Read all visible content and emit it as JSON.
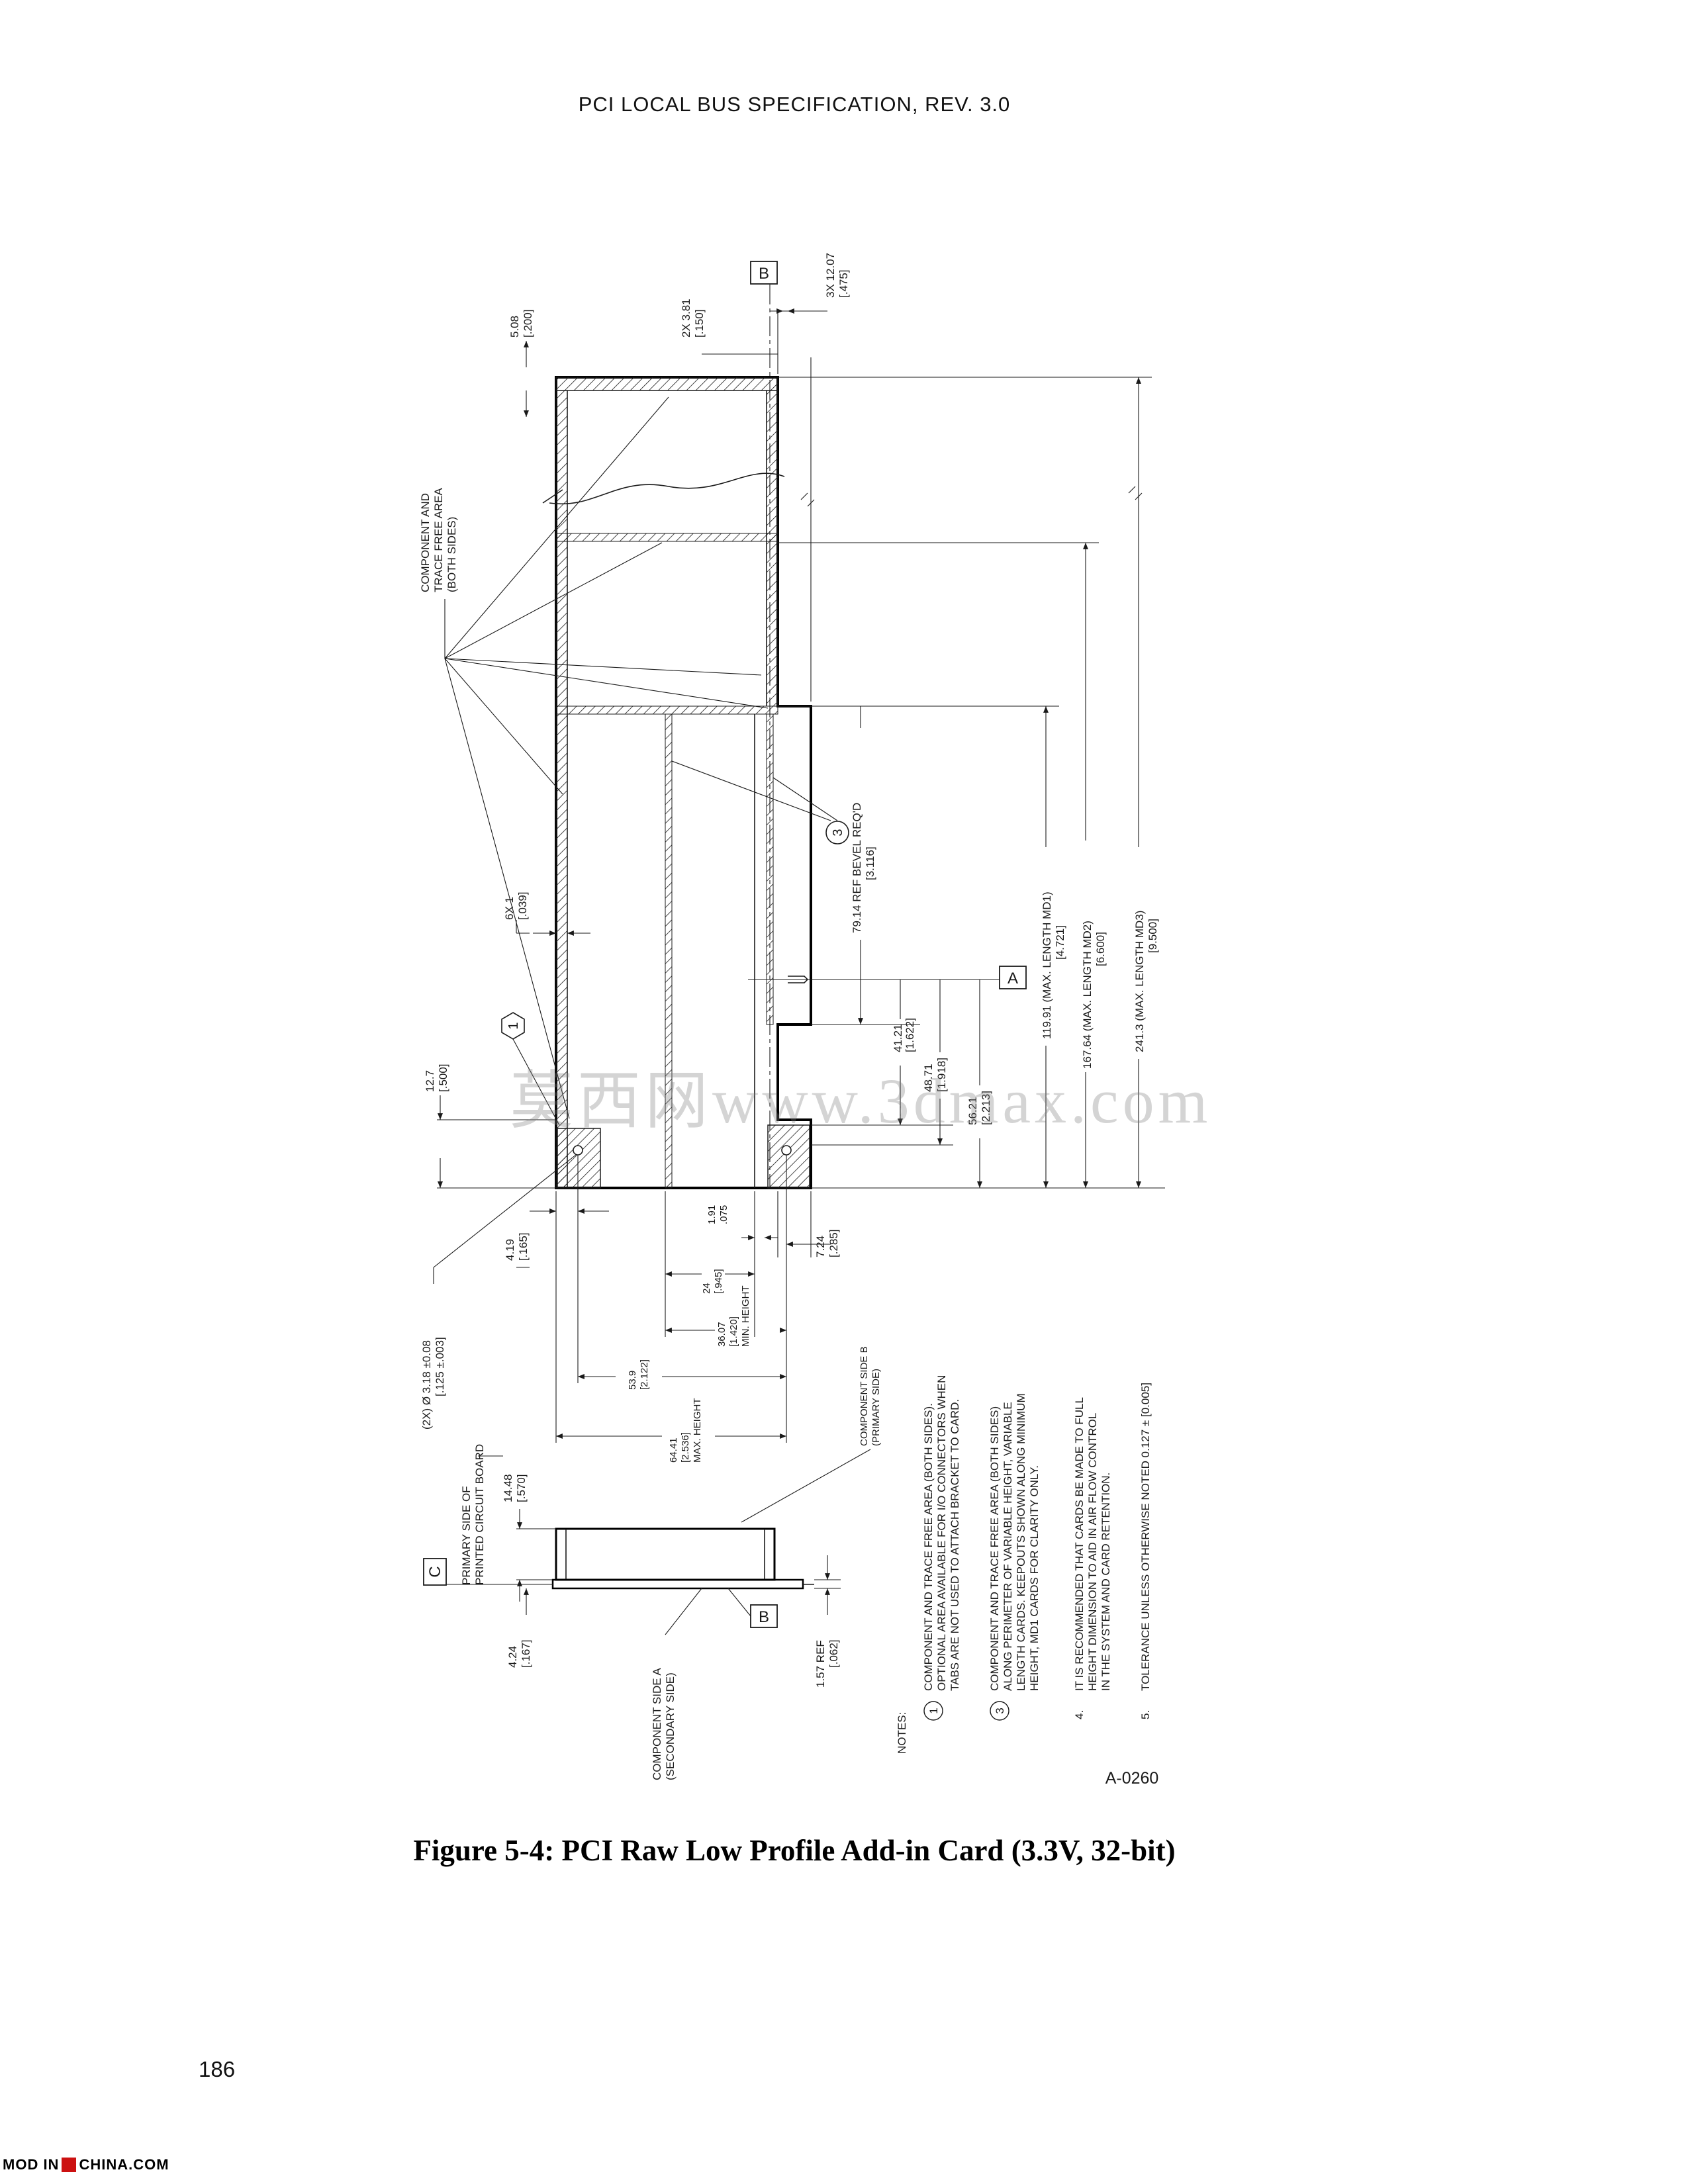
{
  "header": {
    "title": "PCI LOCAL BUS SPECIFICATION, REV. 3.0"
  },
  "figure": {
    "caption": "Figure 5-4:  PCI Raw Low Profile Add-in Card (3.3V, 32-bit)",
    "drawing_id": "A-0260",
    "datum_labels": {
      "a": "A",
      "b": "B",
      "c": "C"
    },
    "callouts": {
      "one": "1",
      "three": "3"
    },
    "labels": {
      "component_free": [
        "COMPONENT AND",
        "TRACE FREE AREA",
        "(BOTH SIDES)"
      ],
      "bevel": [
        "79.14 REF BEVEL REQ'D",
        "[3.116]"
      ],
      "primary_side": [
        "PRIMARY SIDE OF",
        "PRINTED CIRCUIT BOARD"
      ],
      "component_side_b": [
        "COMPONENT SIDE B",
        "(PRIMARY SIDE)"
      ],
      "component_side_a": [
        "COMPONENT SIDE A",
        "(SECONDARY SIDE)"
      ],
      "hole": [
        "(2X) Ø 3.18 ±0.08",
        "[.125 ±.003]"
      ]
    },
    "dims": {
      "d_508": [
        "5.08",
        "[.200]"
      ],
      "d_2x381": [
        "2X 3.81",
        "[.150]"
      ],
      "d_3x1207": [
        "3X 12.07",
        "[.475]"
      ],
      "d_6x1": [
        "6X 1",
        "[.039]"
      ],
      "d_127": [
        "12.7",
        "[.500]"
      ],
      "d_4121": [
        "41.21",
        "[1.622]"
      ],
      "d_4871": [
        "48.71",
        "[1.918]"
      ],
      "d_5621": [
        "56.21",
        "[2.213]"
      ],
      "d_md1": [
        "119.91 (MAX. LENGTH MD1)",
        "[4.721]"
      ],
      "d_md2": [
        "167.64 (MAX. LENGTH MD2)",
        "[6.600]"
      ],
      "d_md3": [
        "241.3 (MAX. LENGTH MD3)",
        "[9.500]"
      ],
      "d_419": [
        "4.19",
        "[.165]"
      ],
      "d_191": [
        "1.91",
        ".075"
      ],
      "d_724": [
        "7.24",
        "[.285]"
      ],
      "d_24": [
        "24",
        "[.945]"
      ],
      "d_3607": [
        "36.07",
        "[1.420]",
        "MIN. HEIGHT"
      ],
      "d_539": [
        "53.9",
        "[2.122]"
      ],
      "d_6441": [
        "64.41",
        "[2.536]",
        "MAX. HEIGHT"
      ],
      "d_1448": [
        "14.48",
        "[.570]"
      ],
      "d_424": [
        "4.24",
        "[.167]"
      ],
      "d_157": [
        "1.57 REF",
        "[.062]"
      ]
    },
    "notes": {
      "heading": "NOTES:",
      "n1_num": "1",
      "n1": [
        "COMPONENT AND TRACE FREE AREA (BOTH SIDES).",
        "OPTIONAL AREA AVAILABLE FOR I/O CONNECTORS WHEN",
        "TABS ARE NOT USED TO ATTACH BRACKET TO CARD."
      ],
      "n3_num": "3",
      "n3": [
        "COMPONENT AND TRACE FREE AREA (BOTH SIDES)",
        "ALONG PERIMETER OF VARIABLE HEIGHT, VARIABLE",
        "LENGTH CARDS.  KEEPOUTS SHOWN ALONG MINIMUM",
        "HEIGHT, MD1 CARDS FOR CLARITY ONLY."
      ],
      "n4_num": "4.",
      "n4": [
        "IT IS RECOMMENDED THAT CARDS BE MADE TO FULL",
        "HEIGHT DIMENSION TO AID IN AIR FLOW CONTROL",
        "IN THE SYSTEM AND CARD RETENTION."
      ],
      "n5_num": "5.",
      "n5": [
        "TOLERANCE UNLESS OTHERWISE NOTED   0.127 ± [0.005]"
      ]
    }
  },
  "watermark": "莫西网www.3dmax.com",
  "page_number": "186",
  "footer": {
    "left": "MOD IN",
    "right": "CHINA.COM"
  }
}
